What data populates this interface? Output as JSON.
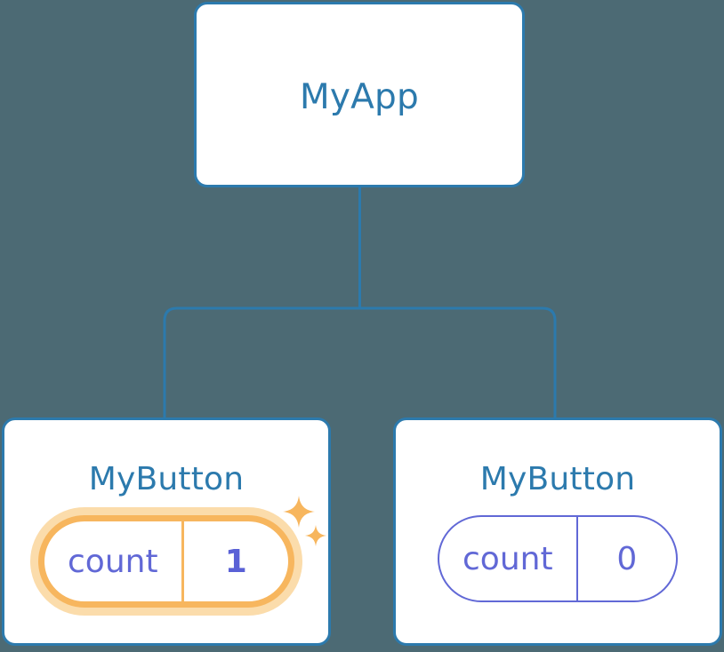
{
  "diagram": {
    "type": "component-tree",
    "background_color": "#4c6a74",
    "accent_color": "#2c7aad",
    "state_color": "#6168d6",
    "highlight_color": "#f7b65e",
    "highlight_glow_color": "#fbdcab",
    "nodes": [
      {
        "id": "root",
        "label": "MyApp",
        "has_state": false,
        "highlighted": false
      },
      {
        "id": "child-left",
        "label": "MyButton",
        "has_state": true,
        "state_key": "count",
        "state_value": "1",
        "highlighted": true,
        "sparkles": 2
      },
      {
        "id": "child-right",
        "label": "MyButton",
        "has_state": true,
        "state_key": "count",
        "state_value": "0",
        "highlighted": false,
        "sparkles": 0
      }
    ],
    "edges": [
      {
        "from": "root",
        "to": "child-left"
      },
      {
        "from": "root",
        "to": "child-right"
      }
    ]
  }
}
